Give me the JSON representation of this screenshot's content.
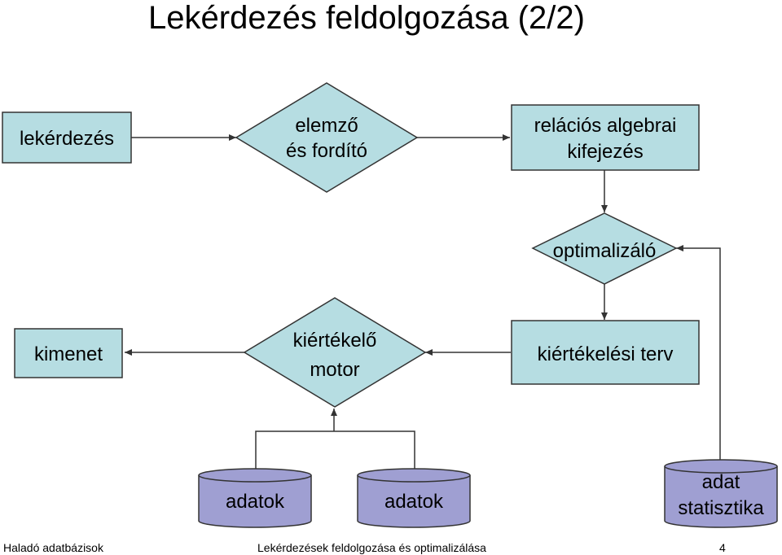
{
  "slide": {
    "title": "Lekérdezés feldolgozása (2/2)"
  },
  "colors": {
    "node_fill": "#b6dde2",
    "db_fill": "#9f9fd2",
    "stroke": "#333333"
  },
  "nodes": {
    "lekerdezes": {
      "label": "lekérdezés"
    },
    "elemzo": {
      "line1": "elemző",
      "line2": "és fordító"
    },
    "relacios": {
      "line1": "relációs algebrai",
      "line2": "kifejezés"
    },
    "optimalizalo": {
      "label": "optimalizáló"
    },
    "kiertekelesi_terv": {
      "label": "kiértékelési terv"
    },
    "kiertekelo_motor": {
      "line1": "kiértékelő",
      "line2": "motor"
    },
    "kimenet": {
      "label": "kimenet"
    },
    "adatok1": {
      "label": "adatok"
    },
    "adatok2": {
      "label": "adatok"
    },
    "statisztika": {
      "line1": "adat",
      "line2": "statisztika"
    }
  },
  "footer": {
    "left": "Haladó adatbázisok",
    "center": "Lekérdezések feldolgozása és optimalizálása",
    "page": "4"
  }
}
